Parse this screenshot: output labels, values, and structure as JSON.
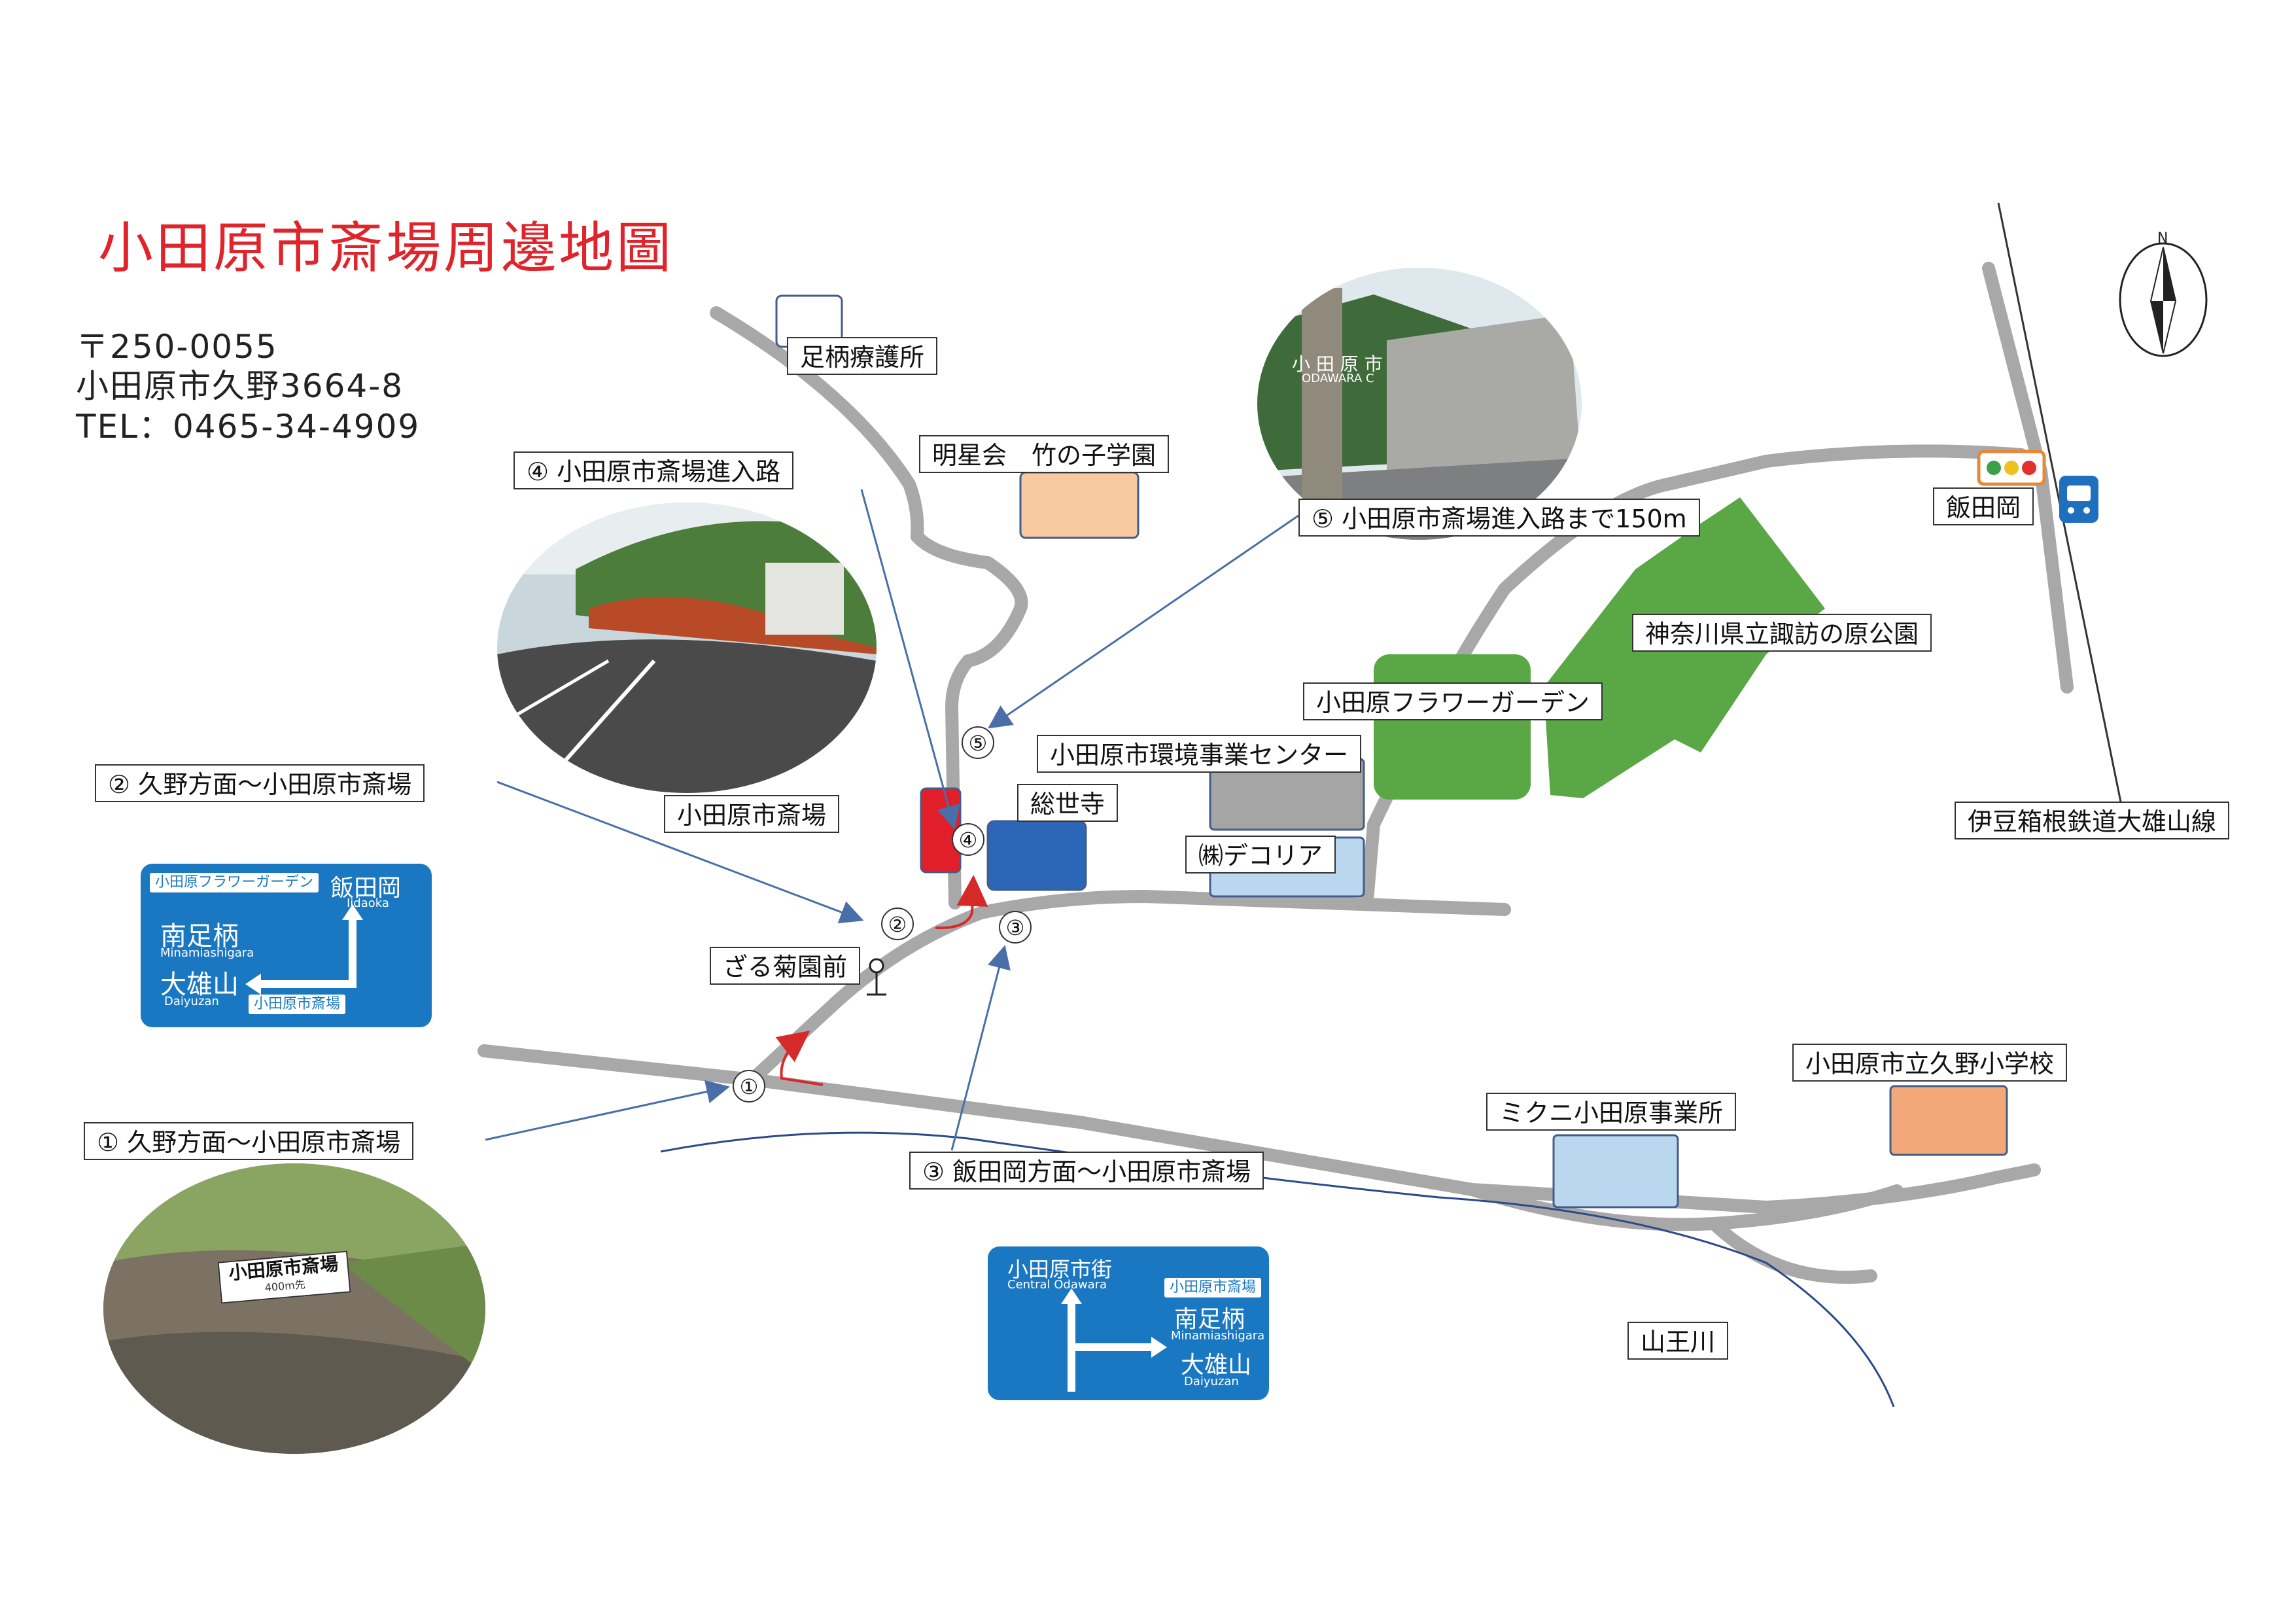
{
  "title": "小田原市斎場周邊地圖",
  "address": {
    "postal": "〒250-0055",
    "street": "小田原市久野3664-8",
    "tel": "TEL：0465-34-4909"
  },
  "labels": {
    "ashigara": "足柄療護所",
    "myojo": "明星会　竹の子学園",
    "entrance4": "④ 小田原市斎場進入路",
    "entrance5": "⑤ 小田原市斎場進入路まで150m",
    "iidaoka": "飯田岡",
    "park": "神奈川県立諏訪の原公園",
    "flower": "小田原フラワーガーデン",
    "env": "小田原市環境事業センター",
    "kuno2": "② 久野方面～小田原市斎場",
    "saijo": "小田原市斎場",
    "sozeji": "総世寺",
    "decoria": "㈱デコリア",
    "zaru": "ざる菊園前",
    "railway": "伊豆箱根鉄道大雄山線",
    "kunoschool": "小田原市立久野小学校",
    "mikuni": "ミクニ小田原事業所",
    "kuno1": "① 久野方面～小田原市斎場",
    "iidaoka3": "③ 飯田岡方面～小田原市斎場",
    "sannou": "山王川"
  },
  "markers": [
    "①",
    "②",
    "③",
    "④",
    "⑤"
  ],
  "compass": "N",
  "sign1": {
    "tag": "小田原フラワーガーデン",
    "up": "飯田岡",
    "up_en": "Iidaoka",
    "left1": "南足柄",
    "left1_en": "Minamiashigara",
    "left2": "大雄山",
    "left2_en": "Daiyuzan",
    "tag2": "小田原市斎場"
  },
  "sign2": {
    "up": "小田原市街",
    "up_en": "Central Odawara",
    "tag": "小田原市斎場",
    "right1": "南足柄",
    "right1_en": "Minamiashigara",
    "right2": "大雄山",
    "right2_en": "Daiyuzan"
  },
  "photo_sign": {
    "main": "小田原市斎場",
    "sub": "400m先"
  },
  "photo_post": {
    "jp": "小 田 原 市",
    "en": "ODAWARA C"
  },
  "colors": {
    "road": "#a8a8a8",
    "river": "#2c4a8a",
    "park": "#5aa845",
    "saijo": "#e01f2a",
    "sozeji": "#2b66b8",
    "env": "#a5a5a5",
    "decoria": "#b9d8ef",
    "mikuni": "#b9d8ef",
    "school": "#f2a878",
    "myojo": "#f7c9a0",
    "arrow": "#4a6fa8",
    "turn": "#d62a2a",
    "sign": "#1a78c2",
    "title": "#e0242c"
  }
}
